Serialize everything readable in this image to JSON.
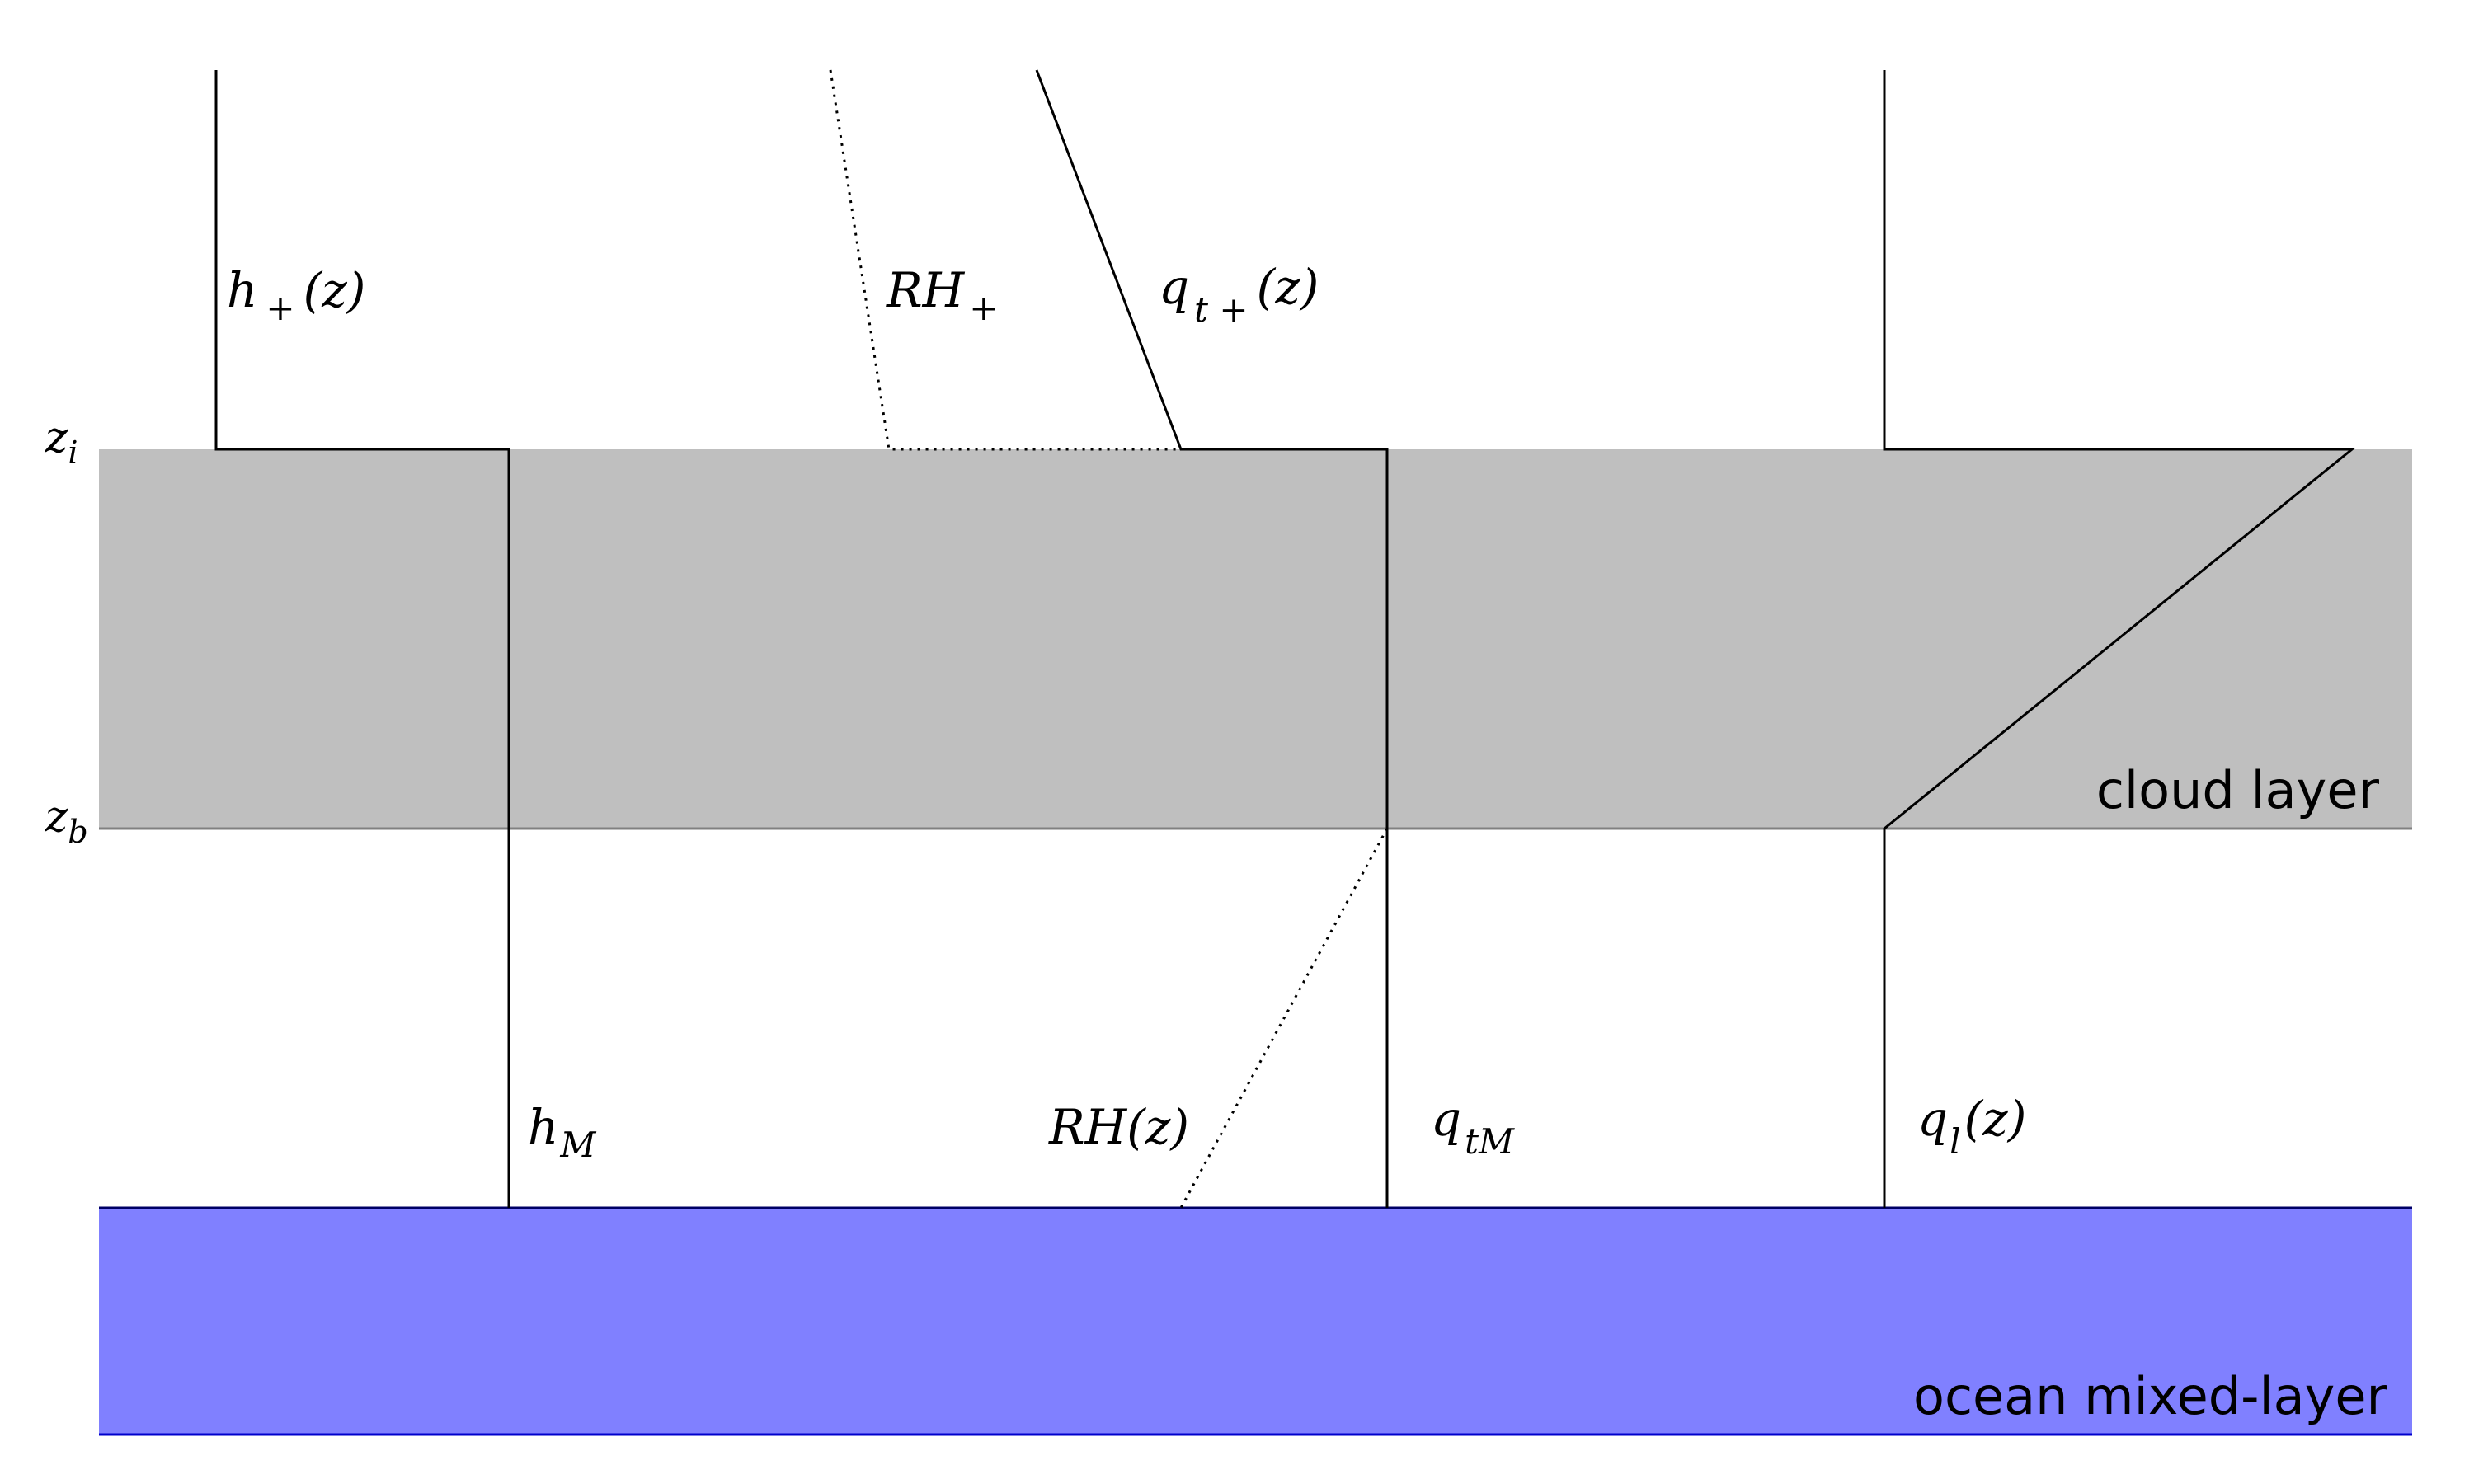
{
  "layers": {
    "cloud": {
      "label": "cloud layer",
      "fill": "#bfbfbf",
      "edge": "#808080"
    },
    "ocean": {
      "label": "ocean mixed-layer",
      "fill": "#8080ff",
      "edge": "#0000cc"
    }
  },
  "axis_labels": {
    "zi": {
      "base": "z",
      "sub": "i"
    },
    "zb": {
      "base": "z",
      "sub": "b"
    }
  },
  "profile_labels": {
    "h_plus": {
      "base": "h",
      "sub": "+",
      "arg": "(z)"
    },
    "rh_plus": {
      "base": "RH",
      "sub": "+",
      "arg": ""
    },
    "qt_plus": {
      "base": "q",
      "sub": "t +",
      "arg": "(z)"
    },
    "h_m": {
      "base": "h",
      "sub": "M",
      "arg": ""
    },
    "rh_z": {
      "base": "RH(z)",
      "sub": "",
      "arg": ""
    },
    "qt_m": {
      "base": "q",
      "sub": "tM",
      "arg": ""
    },
    "ql_z": {
      "base": "q",
      "sub": "l",
      "arg": "(z)"
    }
  }
}
